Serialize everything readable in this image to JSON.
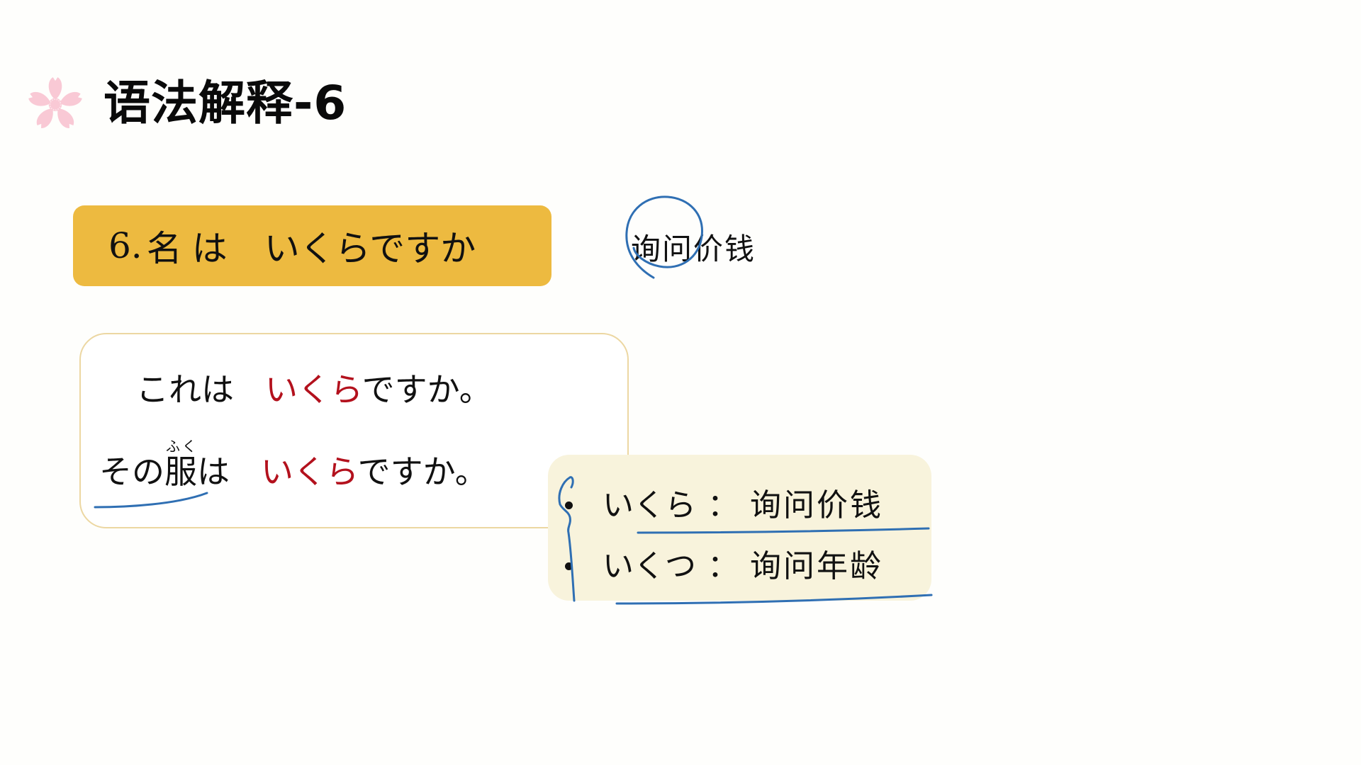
{
  "header": {
    "icon": "sakura-flower-icon",
    "title": "语法解释-6"
  },
  "grammar": {
    "number": "6.",
    "pattern_noun": "名",
    "pattern_particle": "は",
    "pattern_rest": "いくらですか",
    "background_color": "#edba40"
  },
  "annotation": {
    "text": "询问价钱",
    "circled_part": "询问",
    "ink_color": "#2f6fb3"
  },
  "examples": [
    {
      "prefix": "これは",
      "highlight": "いくら",
      "suffix": "ですか。"
    },
    {
      "prefix": "その服は",
      "furigana": "ふく",
      "furigana_for": "服",
      "highlight": "いくら",
      "suffix": "ですか。"
    }
  ],
  "highlight_color": "#b3111d",
  "vocabulary": [
    {
      "term": "いくら",
      "separator": "：",
      "meaning": "询问价钱"
    },
    {
      "term": "いくつ",
      "separator": "：",
      "meaning": "询问年龄"
    }
  ]
}
